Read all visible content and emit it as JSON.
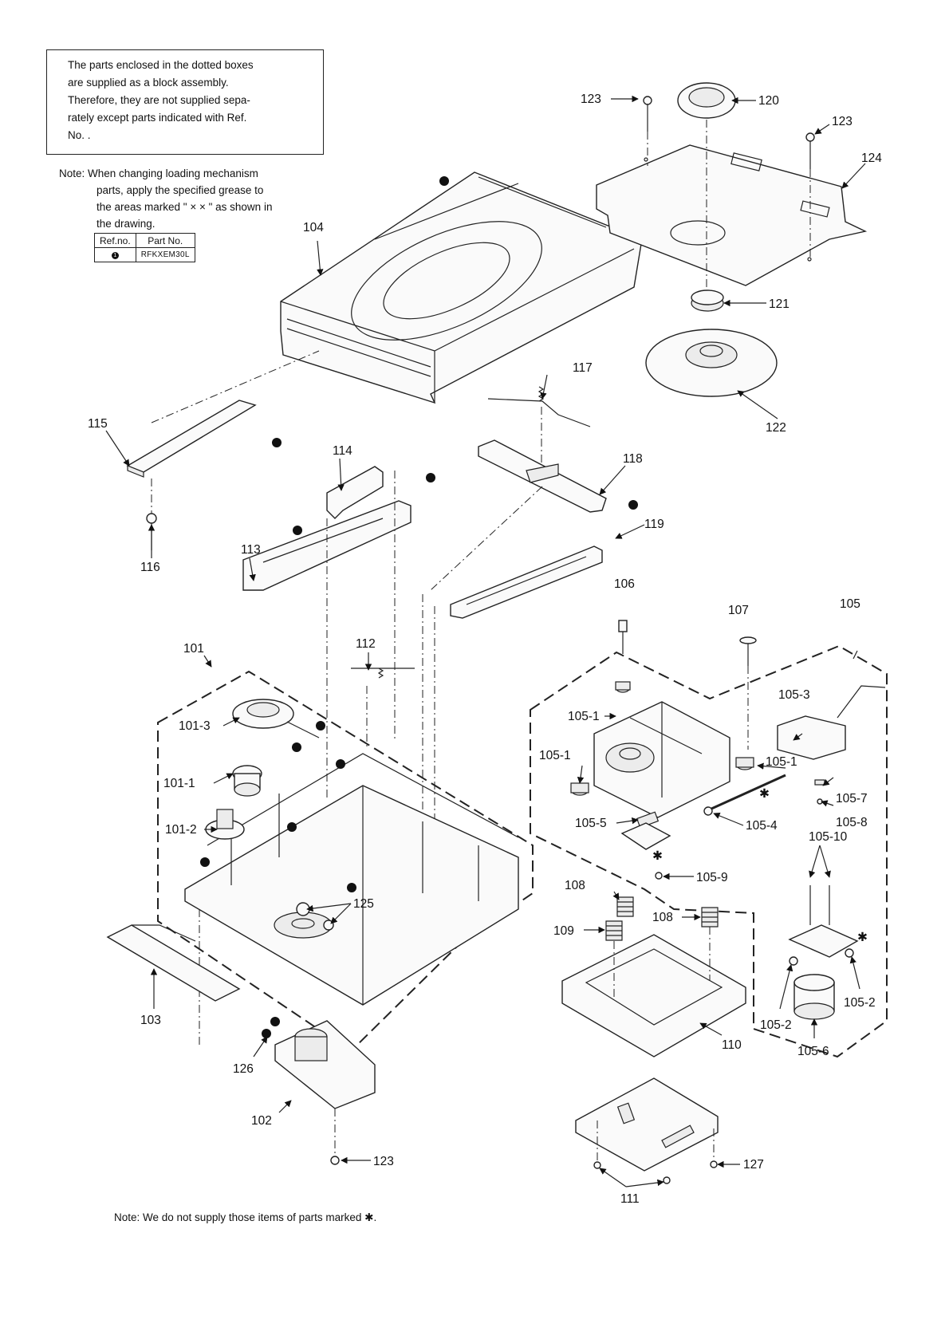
{
  "note_box": {
    "lines": [
      "The parts enclosed in the dotted boxes",
      "are supplied as a block assembly.",
      "Therefore, they are not supplied sepa-",
      "rately except parts indicated with Ref.",
      "No. ."
    ]
  },
  "grease_note": {
    "line1": "Note: When changing loading mechanism",
    "line2": "parts, apply the specified grease to",
    "line3": "the areas marked \" × × \" as shown in",
    "line4": "the drawing."
  },
  "grease_table": {
    "header_ref": "Ref.no.",
    "header_part": "Part No.",
    "ref_symbol": "1",
    "part_no": "RFKXEM30L"
  },
  "footnote": "Note: We do not supply those items of parts marked ✱.",
  "labels": {
    "p101": "101",
    "p101_1": "101-1",
    "p101_2": "101-2",
    "p101_3": "101-3",
    "p102": "102",
    "p103": "103",
    "p104": "104",
    "p105": "105",
    "p105_1a": "105-1",
    "p105_1b": "105-1",
    "p105_1c": "105-1",
    "p105_2a": "105-2",
    "p105_2b": "105-2",
    "p105_3": "105-3",
    "p105_4": "105-4",
    "p105_5": "105-5",
    "p105_6": "105-6",
    "p105_7": "105-7",
    "p105_8": "105-8",
    "p105_9": "105-9",
    "p105_10": "105-10",
    "p106": "106",
    "p107": "107",
    "p108a": "108",
    "p108b": "108",
    "p109": "109",
    "p110": "110",
    "p111": "111",
    "p112": "112",
    "p113": "113",
    "p114": "114",
    "p115": "115",
    "p116": "116",
    "p117": "117",
    "p118": "118",
    "p119": "119",
    "p120": "120",
    "p121": "121",
    "p122": "122",
    "p123a": "123",
    "p123b": "123",
    "p123c": "123",
    "p124": "124",
    "p125": "125",
    "p126": "126",
    "p127": "127"
  },
  "markers": {
    "grease": "1",
    "not_supplied": "✱"
  }
}
